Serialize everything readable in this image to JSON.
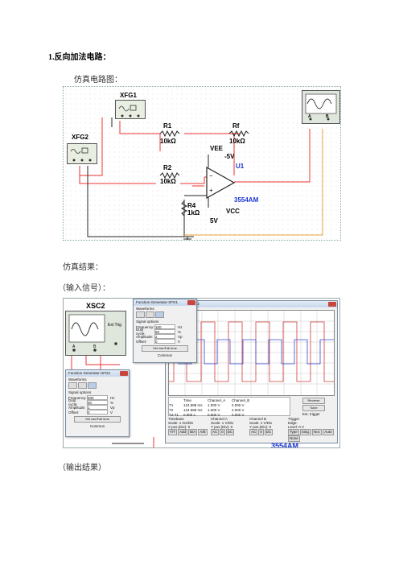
{
  "heading": "1.反向加法电路：",
  "section1_label": "仿真电路图：",
  "section2_label": "仿真结果：",
  "section3_label": "（输入信号）：",
  "section4_label": "（输出结果）",
  "schematic": {
    "xfg1": "XFG1",
    "xfg2": "XFG2",
    "r1_name": "R1",
    "r1_value": "10kΩ",
    "rf_name": "Rf",
    "rf_value": "10kΩ",
    "r2_name": "R2",
    "r2_value": "10kΩ",
    "r4_name": "R4",
    "r4_value": "1kΩ",
    "vee": "VEE",
    "vee_value": "-5V",
    "vcc": "VCC",
    "vcc_value": "5V",
    "u1": "U1",
    "opamp": "3554AM",
    "scope_a": "A",
    "scope_b": "B"
  },
  "sim": {
    "xsc2": "XSC2",
    "ext_trig": "Ext Trig",
    "scope_a": "A",
    "scope_b": "B",
    "fg_top": {
      "title": "Function Generator-XFG1",
      "waveforms": "Waveforms",
      "signal_options": "Signal options",
      "rows": [
        {
          "label": "Frequency:",
          "value": "100",
          "unit": "Hz"
        },
        {
          "label": "Duty cycle:",
          "value": "50",
          "unit": "%"
        },
        {
          "label": "Amplitude:",
          "value": "2",
          "unit": "Vp"
        },
        {
          "label": "Offset:",
          "value": "0",
          "unit": "V"
        }
      ],
      "set_rise": "Set rise/Fall time",
      "common": "Common"
    },
    "fg_bottom": {
      "title": "Function Generator-XFG2",
      "waveforms": "Waveforms",
      "signal_options": "Signal options",
      "rows": [
        {
          "label": "Frequency:",
          "value": "500",
          "unit": "Hz"
        },
        {
          "label": "Duty cycle:",
          "value": "50",
          "unit": "%"
        },
        {
          "label": "Amplitude:",
          "value": "1",
          "unit": "Vp"
        },
        {
          "label": "Offset:",
          "value": "0",
          "unit": "V"
        }
      ],
      "set_rise": "Set rise/Fall time",
      "common": "Common"
    },
    "osc": {
      "title": "Oscilloscope-XSC2",
      "reverse": "Reverse",
      "save": "Save",
      "ext_trigger": "Ext. trigger",
      "cursor_header": [
        "Time",
        "Channel_A",
        "Channel_B"
      ],
      "cursor_rows": [
        [
          "T1",
          "124.588 ms",
          "1.000 V",
          "2.000 V"
        ],
        [
          "T2",
          "124.588 ms",
          "1.000 V",
          "2.000 V"
        ],
        [
          "T2-T1",
          "0.000 s",
          "0.000 V",
          "0.000 V"
        ]
      ],
      "timebase": "Timebase",
      "scale_tb": "Scale: 1 ms/Div",
      "xpos": "X pos.(Div): 0",
      "channel_a": "Channel A",
      "scale_a": "Scale: 1 V/Div",
      "ypos_a": "Y pos.(Div): 0",
      "channel_b": "Channel B",
      "scale_b": "Scale: 1 V/Div",
      "ypos_b": "Y pos.(Div): 0",
      "trigger": "Trigger",
      "edge": "Edge:",
      "level": "Level: 0 V",
      "btns_tb": [
        "Y/T",
        "Add",
        "B/A",
        "A/B"
      ],
      "btns_a": [
        "AC",
        "0",
        "DC"
      ],
      "btns_b": [
        "AC",
        "0",
        "DC"
      ],
      "btns_trig": [
        "Type",
        "Sing.",
        "Nor.",
        "Auto",
        "None"
      ]
    },
    "footer_opamp": "3554AM"
  }
}
